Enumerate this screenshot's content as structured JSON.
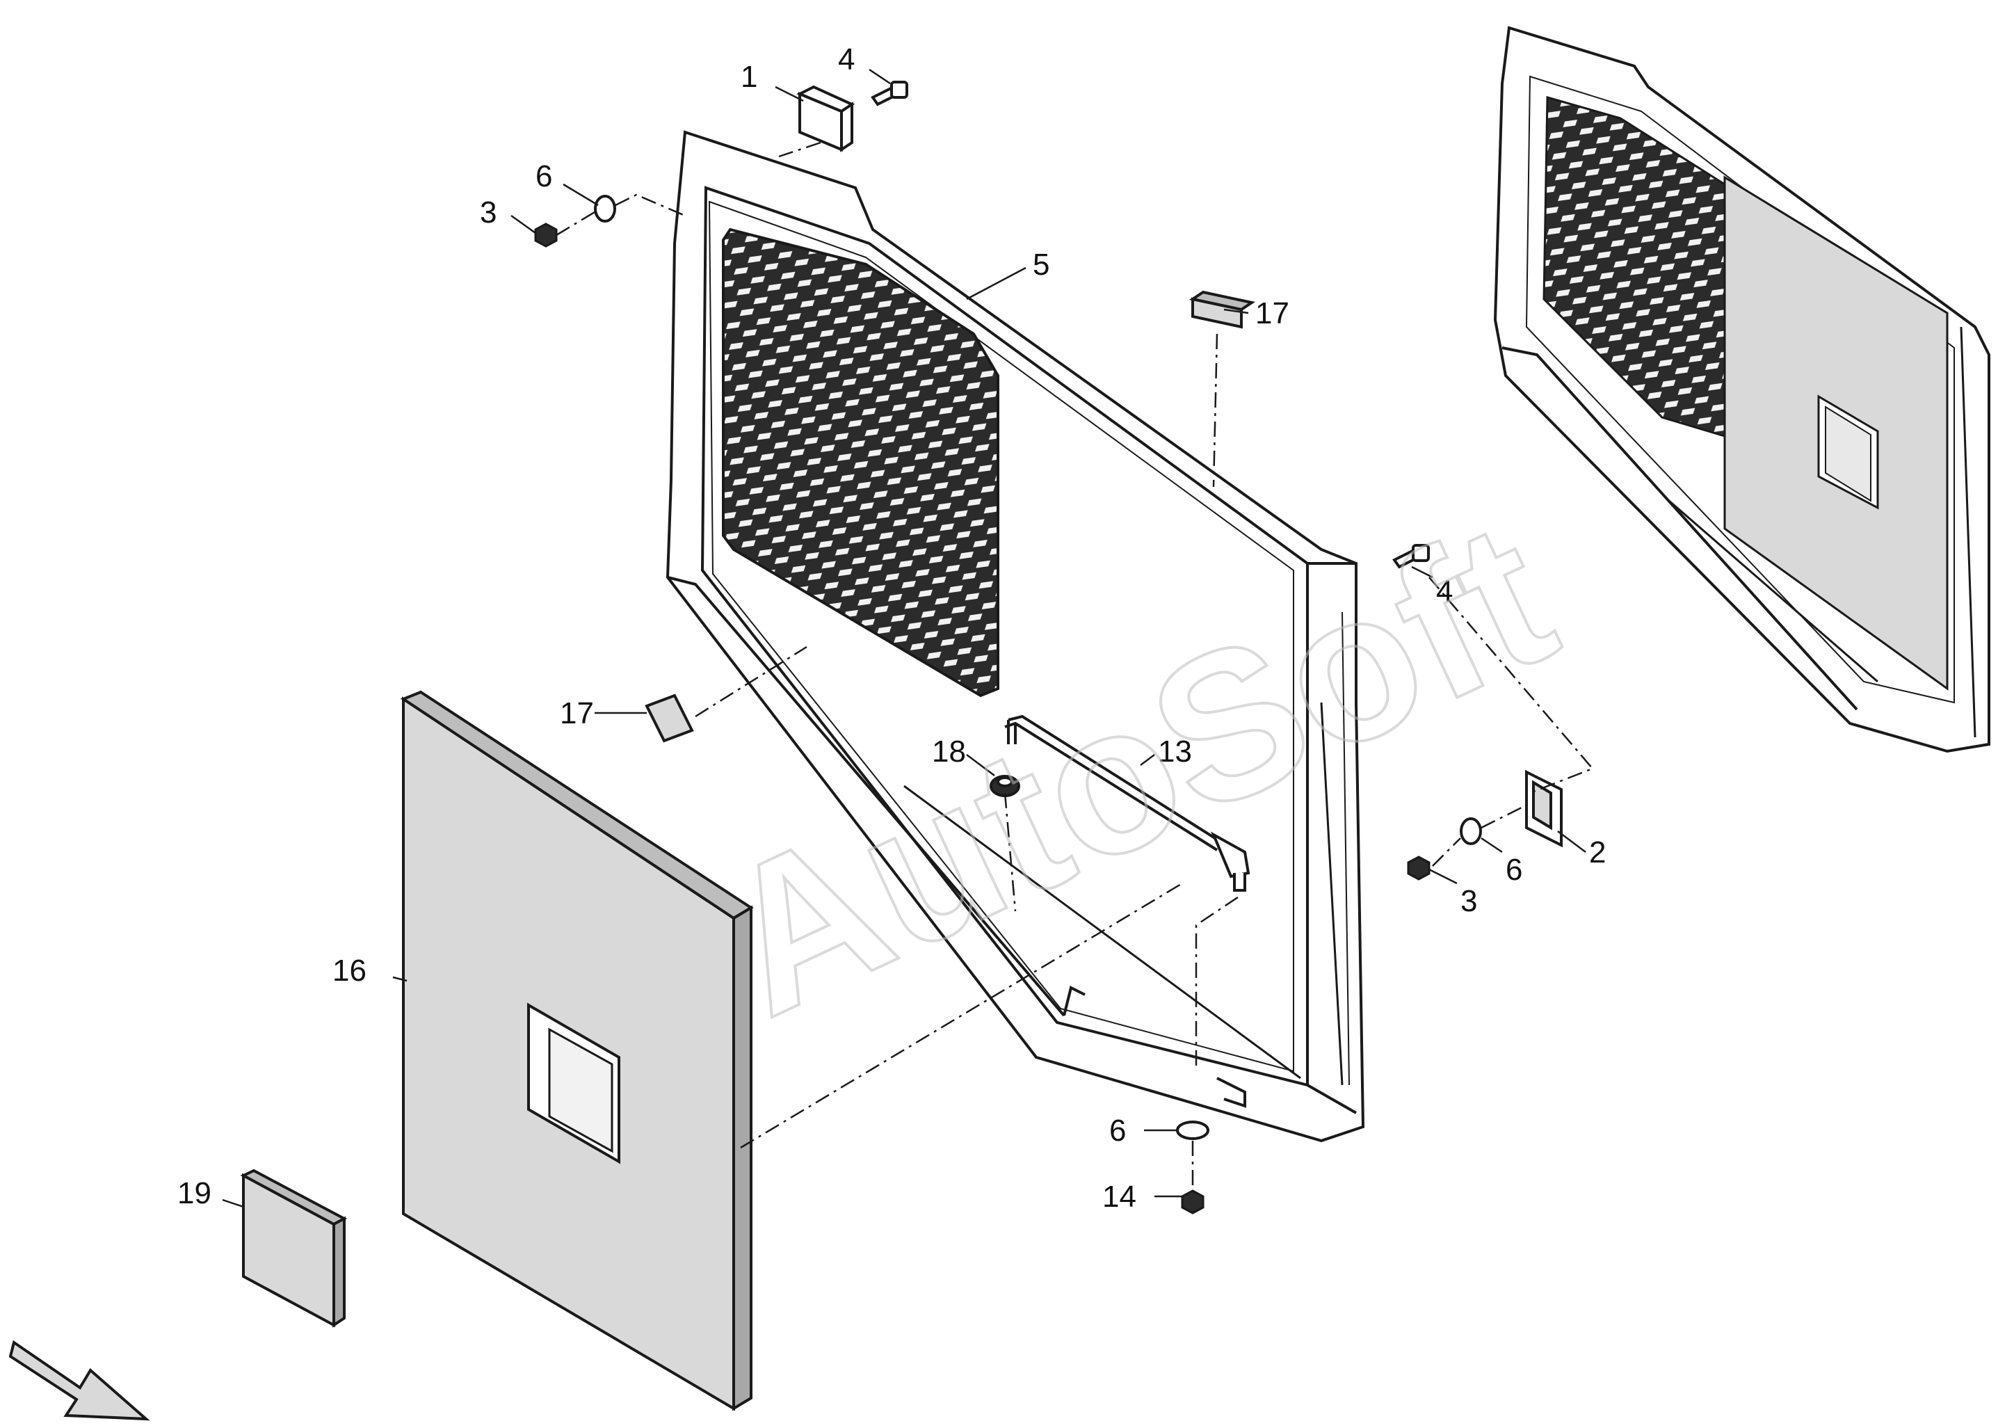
{
  "diagram": {
    "watermark": "AutoSoft",
    "callouts": [
      "1",
      "4",
      "6",
      "3",
      "5",
      "17",
      "4",
      "17",
      "18",
      "13",
      "2",
      "6",
      "3",
      "16",
      "6",
      "14",
      "19"
    ],
    "colors": {
      "line": "#1a1a1a",
      "panel_fill": "#d9d9d9",
      "mesh_dark": "#2b2b2b",
      "frame_fill": "#ffffff",
      "watermark": "#bdbdbd"
    },
    "icons": [
      "direction-arrow-icon"
    ]
  }
}
